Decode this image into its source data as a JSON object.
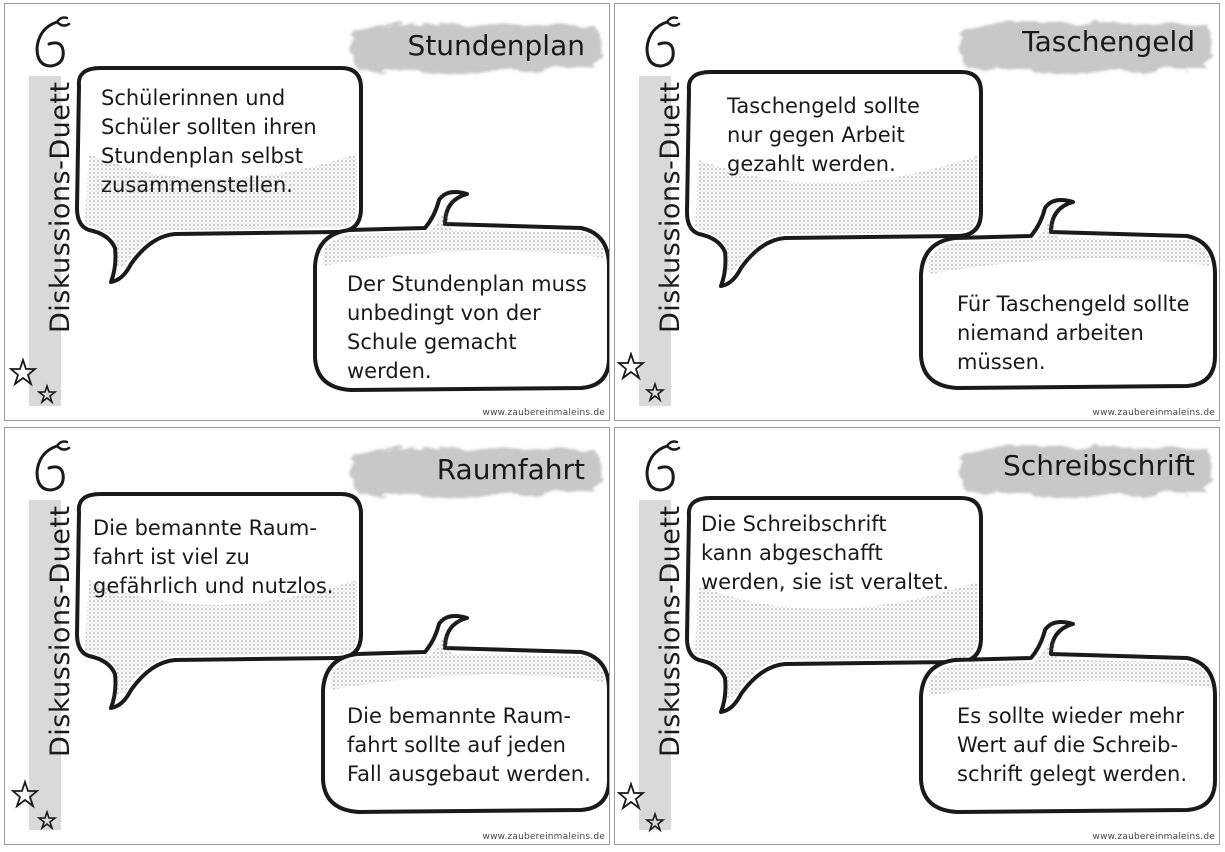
{
  "side_label": "Diskussions-Duett",
  "website": "www.zaubereinmaleins.de",
  "cards": [
    {
      "title": "Stundenplan",
      "statement_1": "Schülerinnen und\nSchüler sollten ihren\nStundenplan selbst\nzusammenstellen.",
      "statement_2": "Der Stundenplan muss\nunbedingt von der\nSchule gemacht\n          werden."
    },
    {
      "title": "Taschengeld",
      "statement_1": "Taschengeld sollte\nnur gegen Arbeit\ngezahlt werden.",
      "statement_2": "Für Taschengeld sollte\nniemand arbeiten\n       müssen."
    },
    {
      "title": "Raumfahrt",
      "statement_1": "Die bemannte Raum-\nfahrt ist viel zu\ngefährlich und nutzlos.",
      "statement_2": "Die bemannte Raum-\nfahrt sollte auf jeden\nFall ausgebaut werden."
    },
    {
      "title": "Schreibschrift",
      "statement_1": "Die Schreibschrift\nkann abgeschafft\nwerden, sie ist veraltet.",
      "statement_2": "Es sollte wieder mehr\nWert auf die Schreib-\nschrift gelegt werden."
    }
  ]
}
